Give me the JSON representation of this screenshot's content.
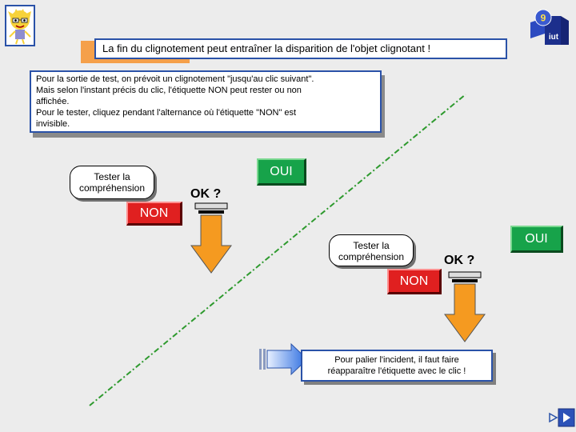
{
  "header": {
    "page_number": "9",
    "badge_text": "iut",
    "title": "La fin du clignotement peut entraîner la disparition de l'objet clignotant !"
  },
  "info": {
    "lines": [
      "Pour la sortie de test, on prévoit un clignotement \"jusqu'au clic suivant\".",
      "Mais selon l'instant précis du clic, l'étiquette NON peut rester ou non",
      "affichée.",
      "Pour le tester, cliquez pendant l'alternance où l'étiquette \"NON\" est",
      "invisible."
    ]
  },
  "step1": {
    "bubble_line1": "Tester la",
    "bubble_line2": "compréhension",
    "oui": "OUI",
    "ok": "OK ?",
    "non": "NON"
  },
  "step2": {
    "bubble_line1": "Tester la",
    "bubble_line2": "compréhension",
    "oui": "OUI",
    "ok": "OK ?",
    "non": "NON"
  },
  "note": {
    "line1": "Pour palier l'incident, il faut faire",
    "line2": "réapparaître l'étiquette avec le clic !"
  },
  "icons": {
    "mascot": "cartoon-character-icon",
    "next_small": "play-triangle-icon",
    "next_big": "next-slide-icon"
  },
  "colors": {
    "frame_blue": "#2a52a8",
    "accent_orange": "#f5a04a",
    "oui_green": "#17a34a",
    "non_red": "#e02020",
    "arrow_orange": "#f59a20",
    "diagonal_green": "#2e9a2e"
  }
}
